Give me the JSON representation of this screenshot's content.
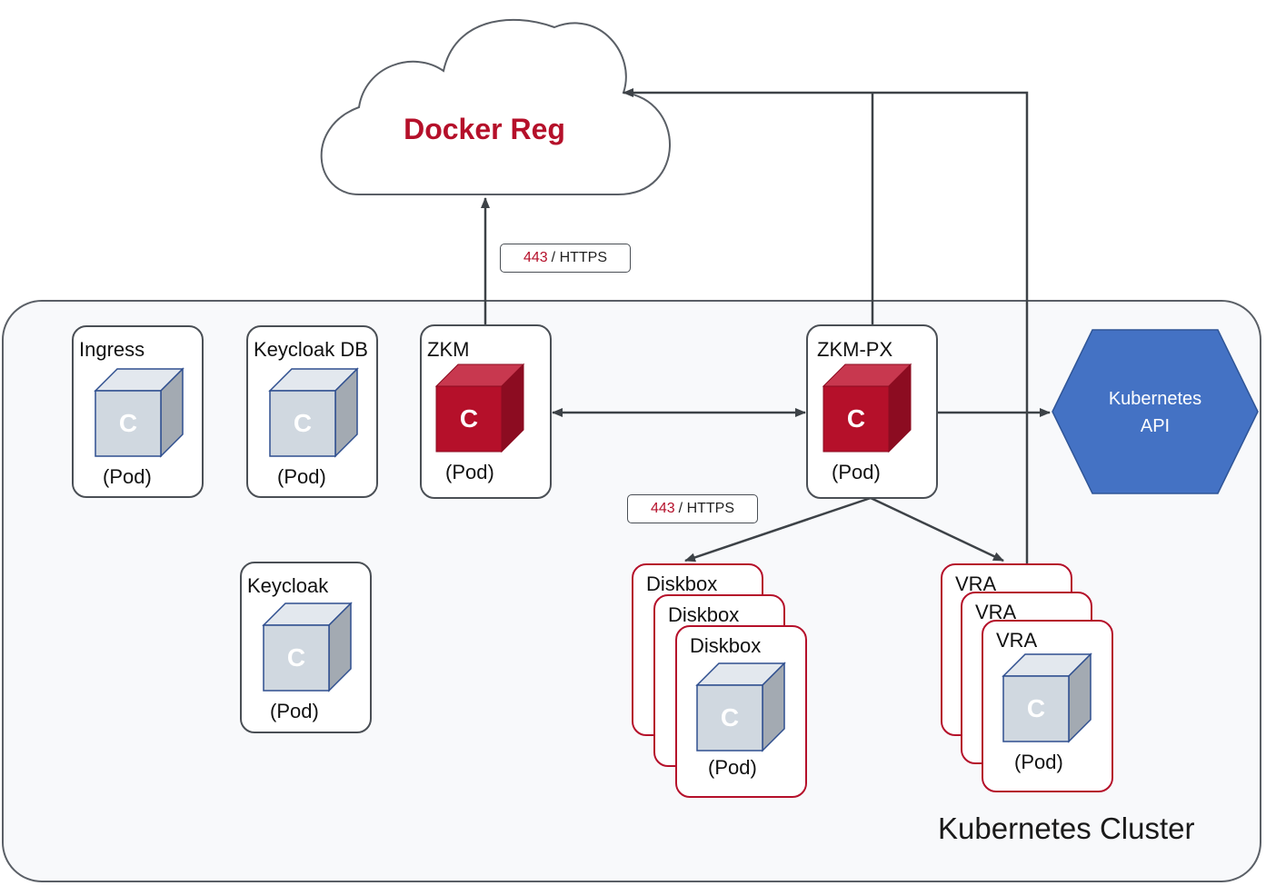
{
  "cloud": {
    "label": "Docker Reg"
  },
  "links": [
    {
      "port": "443",
      "protocol": "/ HTTPS"
    },
    {
      "port": "443",
      "protocol": "/ HTTPS"
    }
  ],
  "cluster": {
    "label": "Kubernetes Cluster"
  },
  "api": {
    "line1": "Kubernetes",
    "line2": "API"
  },
  "pods": {
    "ingress": {
      "name": "Ingress",
      "tag": "(Pod)",
      "glyph": "C"
    },
    "keycloak_db": {
      "name": "Keycloak DB",
      "tag": "(Pod)",
      "glyph": "C"
    },
    "zkm": {
      "name": "ZKM",
      "tag": "(Pod)",
      "glyph": "C"
    },
    "zkm_px": {
      "name": "ZKM-PX",
      "tag": "(Pod)",
      "glyph": "C"
    },
    "keycloak": {
      "name": "Keycloak",
      "tag": "(Pod)",
      "glyph": "C"
    },
    "diskbox": {
      "name": "Diskbox",
      "tag": "(Pod)",
      "glyph": "C"
    },
    "vra": {
      "name": "VRA",
      "tag": "(Pod)",
      "glyph": "C"
    }
  },
  "colors": {
    "accent_red": "#b5102a",
    "cube_grey_front": "#d0d8e0",
    "cube_red_front": "#b5102a",
    "api_blue": "#4472c4",
    "line": "#3d4247"
  },
  "icons": [
    "cloud-icon",
    "container-cube-icon",
    "hexagon-icon",
    "arrow-icon"
  ]
}
